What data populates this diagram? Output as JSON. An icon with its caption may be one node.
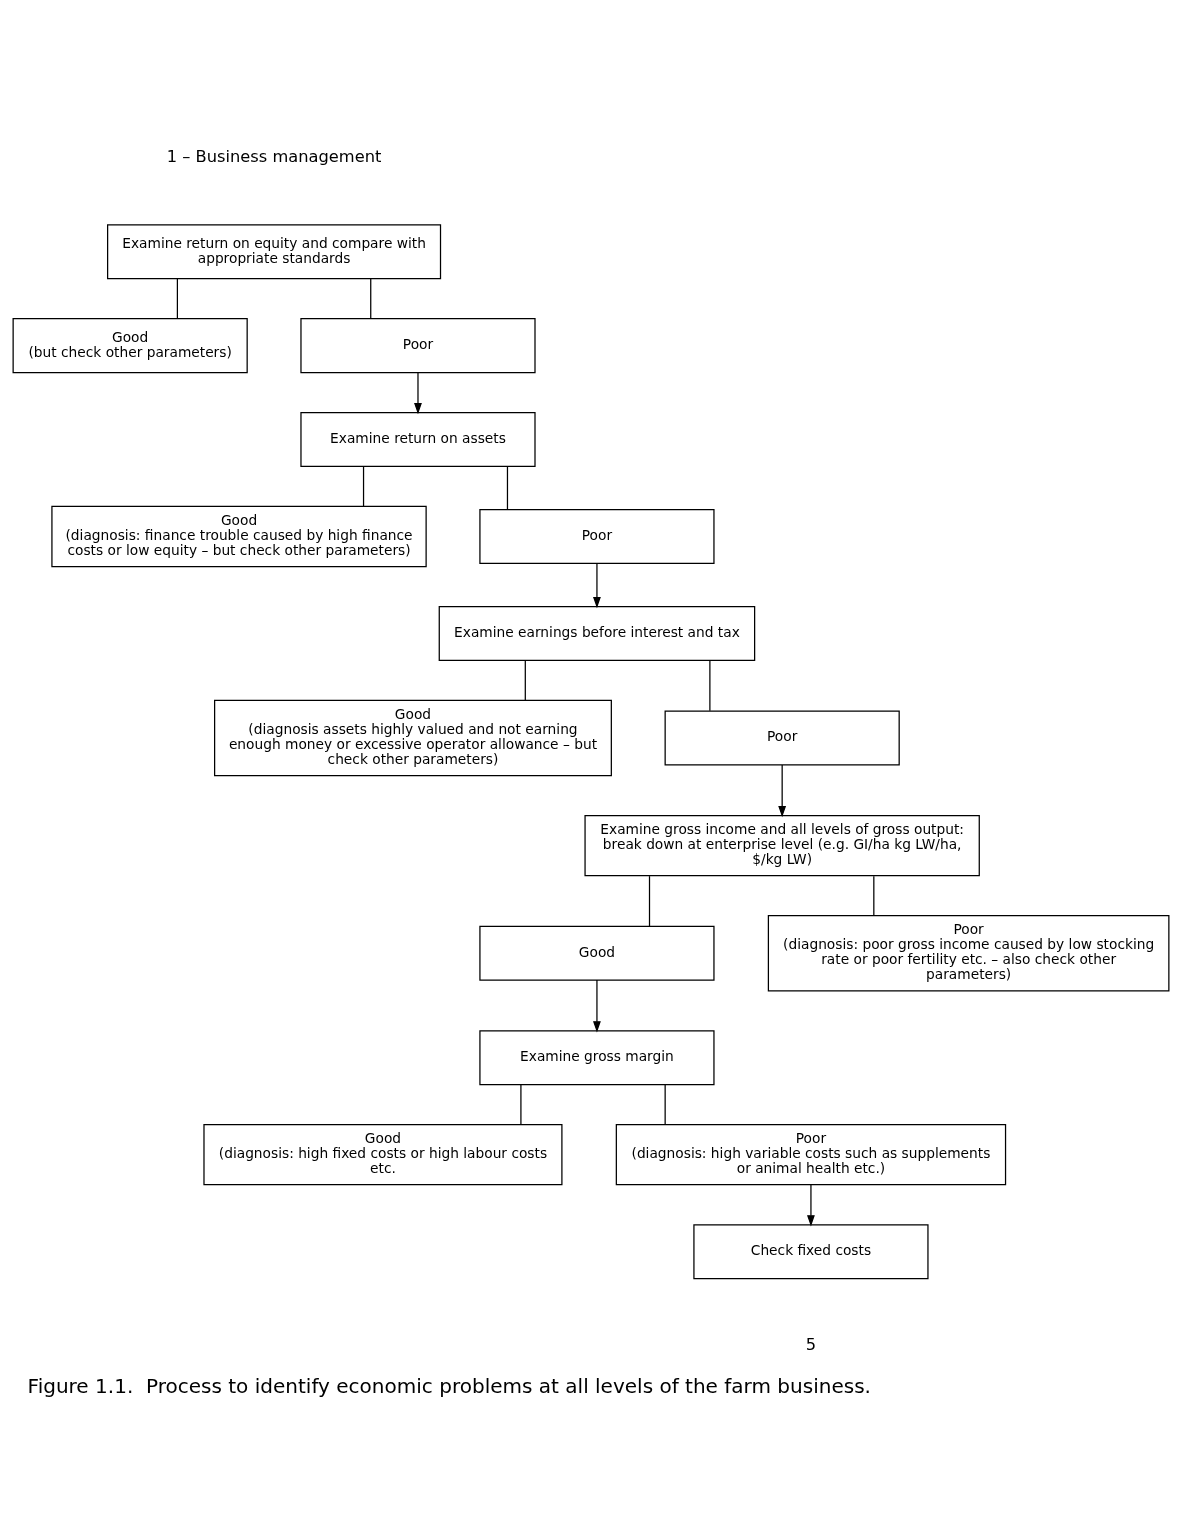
{
  "diagram": {
    "caption": "Figure 1.1.  Process to identify economic problems at all levels of the farm business.",
    "nodes": [
      {
        "text": [
          "Examine return on equity and compare with appropriate standards"
        ]
      },
      {
        "text": [
          "Good",
          "(but check other parameters)"
        ]
      },
      {
        "text": [
          "Poor"
        ]
      },
      {
        "text": [
          "Examine return on assets"
        ]
      },
      {
        "text": [
          "Good",
          "(diagnosis: finance trouble caused by high finance costs or low equity – but check other parameters)"
        ]
      },
      {
        "text": [
          "Poor"
        ]
      },
      {
        "text": [
          "Examine earnings before interest and tax"
        ]
      },
      {
        "text": [
          "Good",
          "(diagnosis assets highly valued and not earning enough money or excessive operator allowance – but check other parameters)"
        ]
      },
      {
        "text": [
          "Poor"
        ]
      },
      {
        "text": [
          "Examine gross income and all levels of gross output: break down at enterprise level (e.g. GI/ha kg LW/ha, $/kg LW)"
        ]
      },
      {
        "text": [
          "Good"
        ]
      },
      {
        "text": [
          "Poor",
          "(diagnosis: poor gross income caused by low stocking rate or poor fertility etc. – also check other parameters)"
        ]
      },
      {
        "text": [
          "Examine gross margin"
        ]
      },
      {
        "text": [
          "Good",
          "(diagnosis: high fixed costs or high labour costs etc."
        ]
      },
      {
        "text": [
          "Poor",
          "(diagnosis: high variable costs such as supplements or animal health etc.)"
        ]
      },
      {
        "text": [
          "Check fixed costs"
        ]
      }
    ],
    "edges": [
      {
        "from": 0,
        "to": 1,
        "arrow": "none"
      },
      {
        "from": 0,
        "to": 2,
        "arrow": "none"
      },
      {
        "from": 2,
        "to": 3,
        "arrow": "to"
      },
      {
        "from": 3,
        "to": 4,
        "arrow": "none"
      },
      {
        "from": 3,
        "to": 5,
        "arrow": "none"
      },
      {
        "from": 5,
        "to": 6,
        "arrow": "to"
      },
      {
        "from": 6,
        "to": 7,
        "arrow": "none"
      },
      {
        "from": 6,
        "to": 8,
        "arrow": "none"
      },
      {
        "from": 8,
        "to": 9,
        "arrow": "to"
      },
      {
        "from": 9,
        "to": 10,
        "arrow": "none"
      },
      {
        "from": 9,
        "to": 11,
        "arrow": "none"
      },
      {
        "from": 10,
        "to": 12,
        "arrow": "to"
      },
      {
        "from": 12,
        "to": 13,
        "arrow": "none"
      },
      {
        "from": 12,
        "to": 14,
        "arrow": "none"
      },
      {
        "from": 14,
        "to": 15,
        "arrow": "to"
      }
    ],
    "labels": [
      "1 – Business management",
      "5"
    ]
  }
}
